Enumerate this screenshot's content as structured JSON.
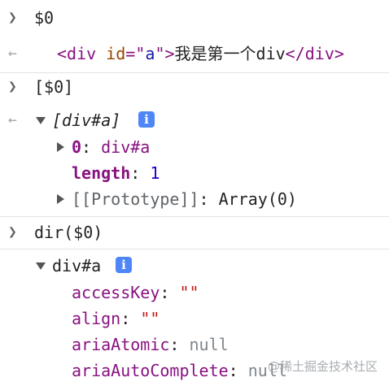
{
  "console": {
    "entry1": {
      "input": "$0",
      "output_tag_open": "<div",
      "output_attr_name": " id",
      "output_attr_eq": "=\"",
      "output_attr_value": "a",
      "output_attr_close": "\">",
      "output_text": "我是第一个div",
      "output_tag_close": "</div>"
    },
    "entry2": {
      "input": "[$0]",
      "array_summary": "[div#a]",
      "info_glyph": "i",
      "items": [
        {
          "key": "0",
          "sep": ": ",
          "value": "div#a"
        },
        {
          "key": "length",
          "sep": ": ",
          "value": "1"
        },
        {
          "key": "[[Prototype]]",
          "sep": ": ",
          "value": "Array(0)"
        }
      ]
    },
    "entry3": {
      "input": "dir($0)",
      "object_summary": "div#a",
      "info_glyph": "i",
      "props": [
        {
          "key": "accessKey",
          "sep": ": ",
          "value": "\"\""
        },
        {
          "key": "align",
          "sep": ": ",
          "value": "\"\""
        },
        {
          "key": "ariaAtomic",
          "sep": ": ",
          "value": "null"
        },
        {
          "key": "ariaAutoComplete",
          "sep": ": ",
          "value": "null"
        }
      ]
    }
  },
  "icons": {
    "prompt": "chevron-right-icon",
    "result": "return-arrow-icon",
    "expand": "triangle-down-icon",
    "collapse": "triangle-right-icon",
    "info": "info-icon"
  },
  "watermark": "@稀土掘金技术社区",
  "colors": {
    "tag": "#881280",
    "attr": "#994500",
    "attr_value": "#1a1aa6",
    "number": "#1c00cf",
    "string": "#c41a16",
    "null": "#80868b",
    "info_badge": "#4f86f7"
  }
}
